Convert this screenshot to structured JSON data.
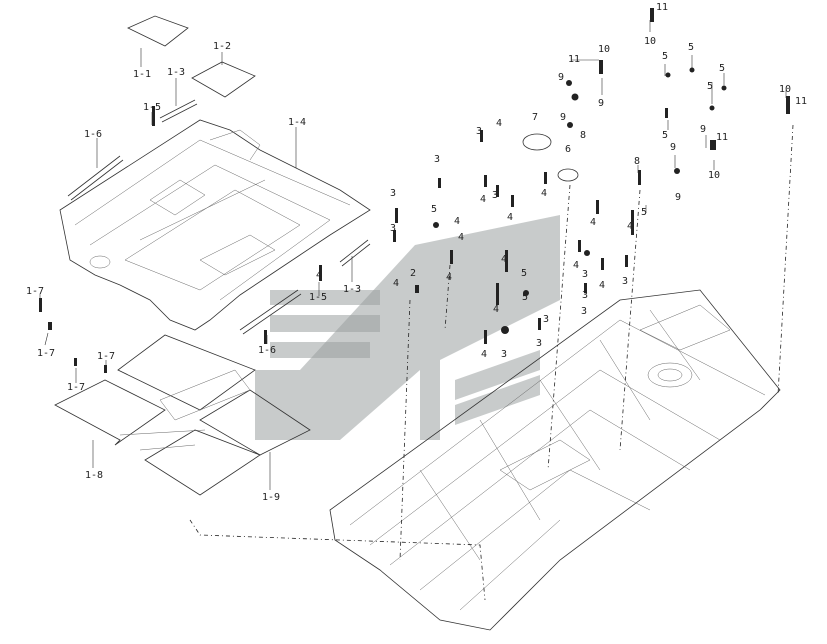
{
  "diagram": {
    "labels": [
      {
        "text": "1-1"
      },
      {
        "text": "1-2"
      },
      {
        "text": "1-3"
      },
      {
        "text": "1-5"
      },
      {
        "text": "1-6"
      },
      {
        "text": "1-4"
      },
      {
        "text": "1-5"
      },
      {
        "text": "1-3"
      },
      {
        "text": "1-6"
      },
      {
        "text": "1-7"
      },
      {
        "text": "1-7"
      },
      {
        "text": "1-7"
      },
      {
        "text": "1-7"
      },
      {
        "text": "1-8"
      },
      {
        "text": "1-9"
      },
      {
        "text": "11"
      },
      {
        "text": "10"
      },
      {
        "text": "10"
      },
      {
        "text": "11"
      },
      {
        "text": "9"
      },
      {
        "text": "9"
      },
      {
        "text": "9"
      },
      {
        "text": "5"
      },
      {
        "text": "5"
      },
      {
        "text": "5"
      },
      {
        "text": "5"
      },
      {
        "text": "5"
      },
      {
        "text": "5"
      },
      {
        "text": "8"
      },
      {
        "text": "7"
      },
      {
        "text": "6"
      },
      {
        "text": "8"
      },
      {
        "text": "4"
      },
      {
        "text": "3"
      },
      {
        "text": "3"
      },
      {
        "text": "9"
      },
      {
        "text": "11"
      },
      {
        "text": "9"
      },
      {
        "text": "10"
      },
      {
        "text": "9"
      },
      {
        "text": "10"
      },
      {
        "text": "11"
      },
      {
        "text": "4"
      },
      {
        "text": "4"
      },
      {
        "text": "3"
      },
      {
        "text": "4"
      },
      {
        "text": "4"
      },
      {
        "text": "5"
      },
      {
        "text": "4"
      },
      {
        "text": "3"
      },
      {
        "text": "3"
      },
      {
        "text": "5"
      },
      {
        "text": "4"
      },
      {
        "text": "4"
      },
      {
        "text": "4"
      },
      {
        "text": "4"
      },
      {
        "text": "3"
      },
      {
        "text": "4"
      },
      {
        "text": "4"
      },
      {
        "text": "3"
      },
      {
        "text": "3"
      },
      {
        "text": "4"
      },
      {
        "text": "3"
      },
      {
        "text": "2"
      },
      {
        "text": "4"
      },
      {
        "text": "5"
      },
      {
        "text": "3"
      },
      {
        "text": "4"
      },
      {
        "text": "3"
      },
      {
        "text": "3"
      },
      {
        "text": "4"
      }
    ]
  }
}
